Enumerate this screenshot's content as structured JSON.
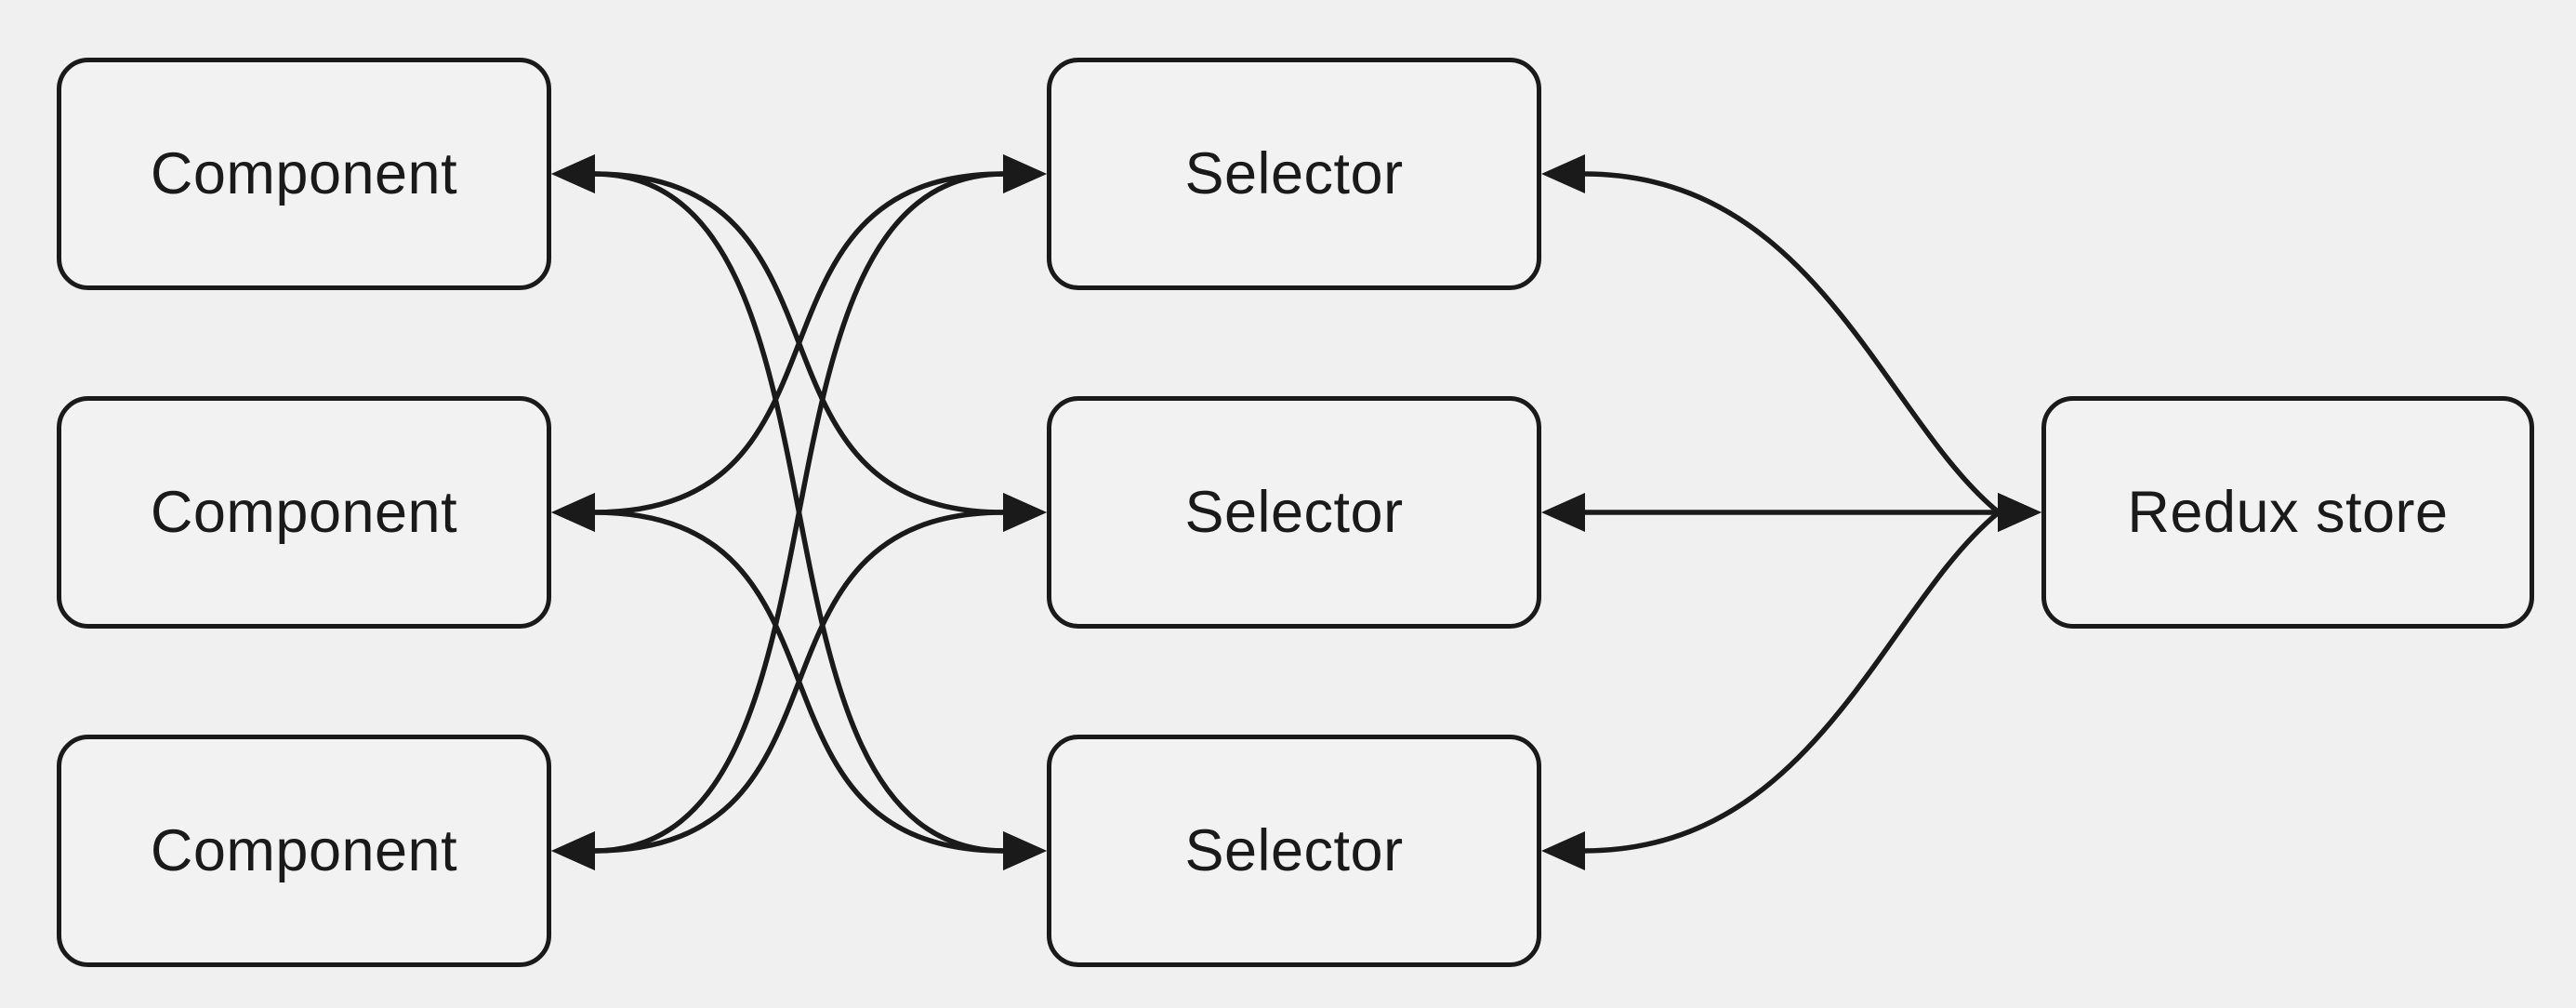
{
  "diagram": {
    "type": "flowchart",
    "direction": "left-to-right",
    "colors": {
      "background": "#f0f0f0",
      "node_fill": "#f2f2f2",
      "node_border": "#1a1a1a",
      "edge": "#1a1a1a",
      "text": "#1a1a1a"
    },
    "nodes": {
      "components": [
        {
          "id": "component-1",
          "label": "Component"
        },
        {
          "id": "component-2",
          "label": "Component"
        },
        {
          "id": "component-3",
          "label": "Component"
        }
      ],
      "selectors": [
        {
          "id": "selector-1",
          "label": "Selector"
        },
        {
          "id": "selector-2",
          "label": "Selector"
        },
        {
          "id": "selector-3",
          "label": "Selector"
        }
      ],
      "store": {
        "id": "redux-store",
        "label": "Redux store"
      }
    },
    "edges": [
      {
        "from": "component-1",
        "to": "selector-2",
        "bidirectional": true
      },
      {
        "from": "component-1",
        "to": "selector-3",
        "bidirectional": true
      },
      {
        "from": "component-2",
        "to": "selector-1",
        "bidirectional": true
      },
      {
        "from": "component-2",
        "to": "selector-3",
        "bidirectional": true
      },
      {
        "from": "component-3",
        "to": "selector-1",
        "bidirectional": true
      },
      {
        "from": "component-3",
        "to": "selector-2",
        "bidirectional": true
      },
      {
        "from": "selector-1",
        "to": "redux-store",
        "bidirectional": true
      },
      {
        "from": "selector-2",
        "to": "redux-store",
        "bidirectional": true
      },
      {
        "from": "selector-3",
        "to": "redux-store",
        "bidirectional": true
      }
    ]
  }
}
